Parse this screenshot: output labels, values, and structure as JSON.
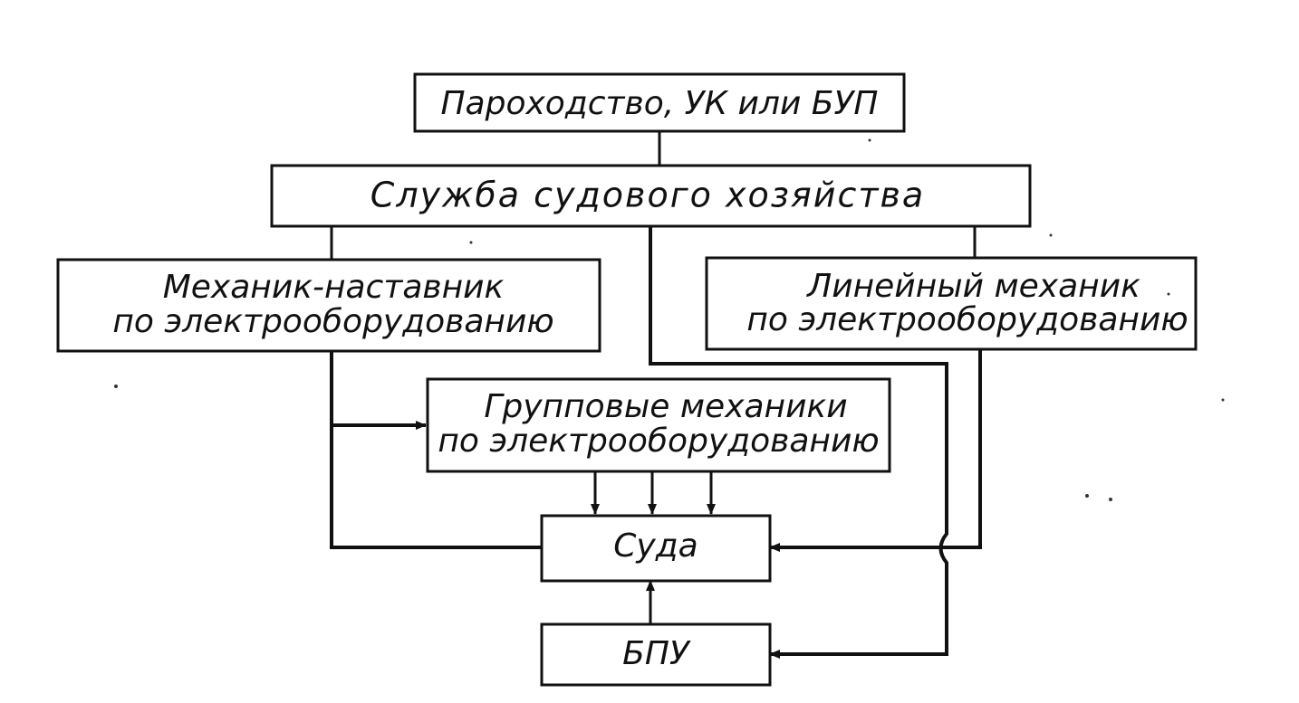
{
  "nodes": {
    "shipping_company": "Пароходство, УК или БУП",
    "ship_service": "Служба судового хозяйства",
    "mentor_mechanic": [
      "Механик-наставник",
      "по электрооборудованию"
    ],
    "line_mechanic": [
      "Линейный механик",
      "по электрооборудованию"
    ],
    "group_mechanics": [
      "Групповые механики",
      "по электрооборудованию"
    ],
    "ships": "Суда",
    "bpu": "БПУ"
  },
  "colors": {
    "ink": "#111111",
    "paper": "#ffffff"
  }
}
